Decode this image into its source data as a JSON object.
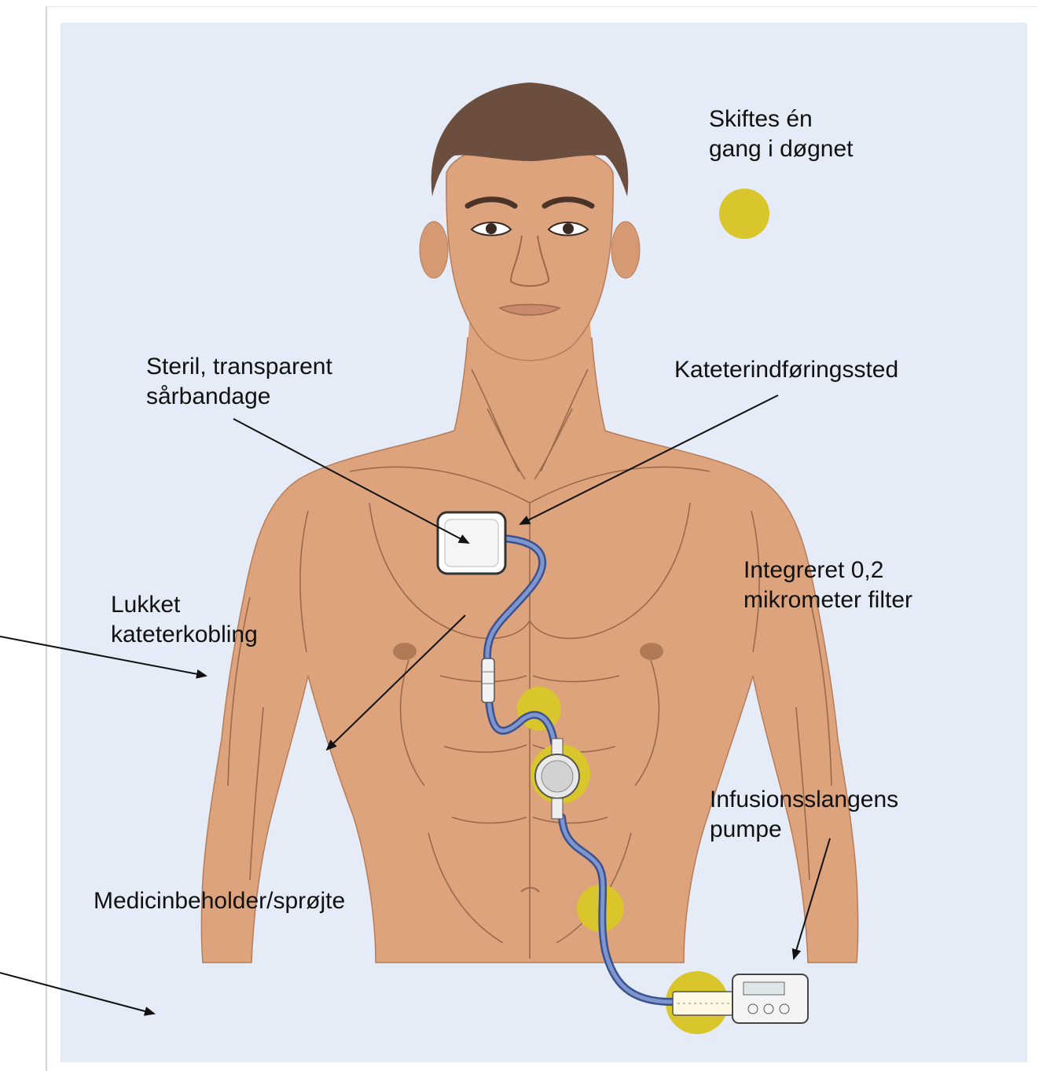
{
  "colors": {
    "panel_bg": "#e5ecf7",
    "skin": "#dca37d",
    "skin_line": "#9a6a4a",
    "hair": "#6b4e3e",
    "catheter": "#5b76b8",
    "marker": "#d9c62c",
    "arrow": "#111111"
  },
  "labels": {
    "change_daily": "Skiftes én\ngang i døgnet",
    "dressing": "Steril, transparent\nsårbandage",
    "insertion_site": "Kateterindføringssted",
    "filter": "Integreret 0,2\nmikrometer filter",
    "closed_connector": "Lukket\nkateterkobling",
    "pump": "Infusionsslangens\npumpe",
    "container": "Medicinbeholder/sprøjte"
  },
  "icons": {
    "legend_marker": "yellow-dot-icon",
    "dressing": "white-square-dressing-icon",
    "filter": "round-filter-icon",
    "pump": "infusion-pump-icon"
  }
}
